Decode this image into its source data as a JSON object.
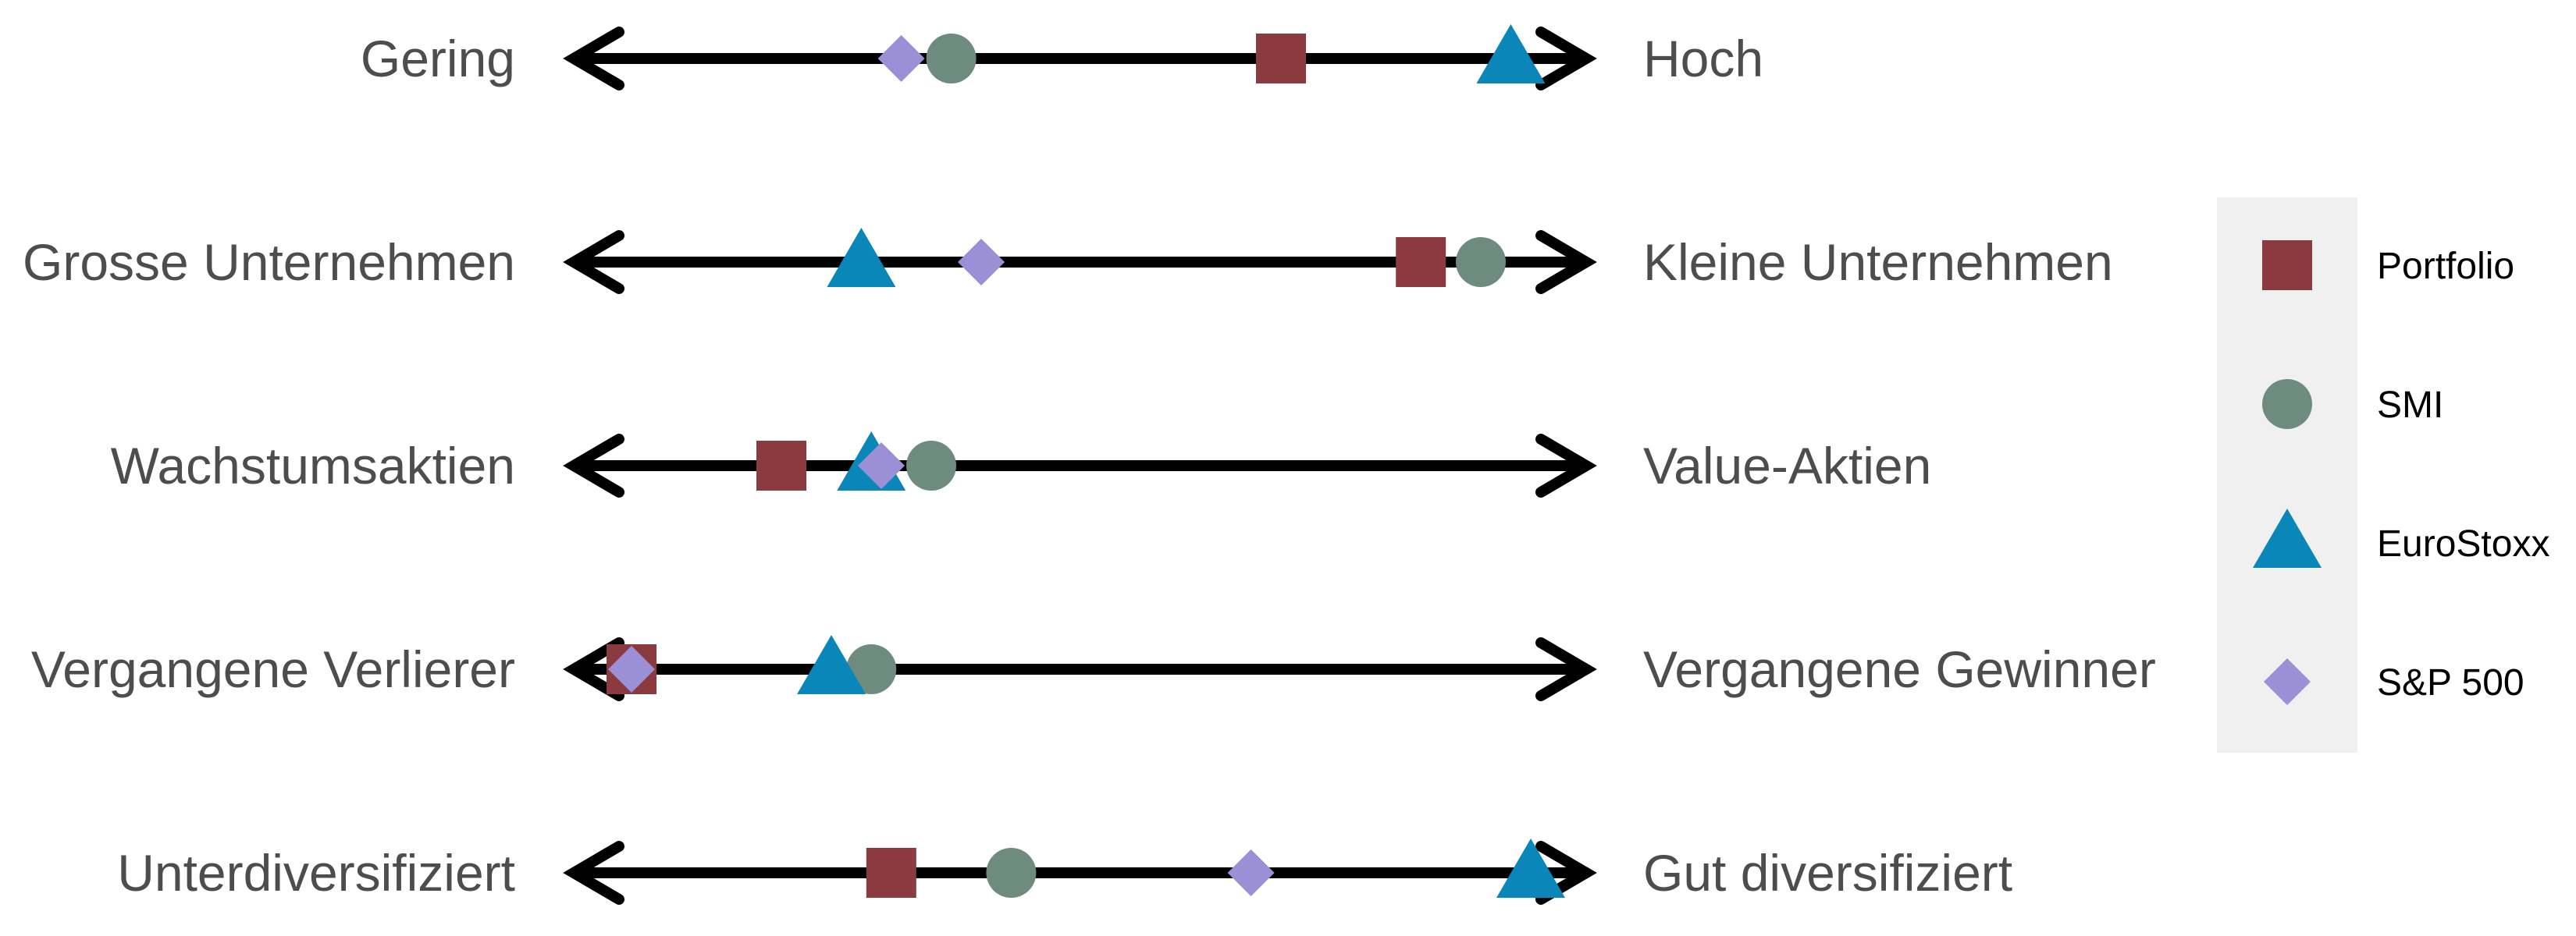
{
  "chart_data": {
    "type": "scatter",
    "x_range": [
      0,
      1
    ],
    "rows": [
      {
        "left": "Gering",
        "right": "Hoch"
      },
      {
        "left": "Grosse Unternehmen",
        "right": "Kleine Unternehmen"
      },
      {
        "left": "Wachstumsaktien",
        "right": "Value-Aktien"
      },
      {
        "left": "Vergangene Verlierer",
        "right": "Vergangene Gewinner"
      },
      {
        "left": "Unterdiversifiziert",
        "right": "Gut diversifiziert"
      }
    ],
    "series": [
      {
        "name": "Portfolio",
        "shape": "square",
        "color": "#8B3A3F",
        "values": [
          0.7,
          0.84,
          0.2,
          0.05,
          0.31
        ]
      },
      {
        "name": "SMI",
        "shape": "circle",
        "color": "#6E8B80",
        "values": [
          0.37,
          0.9,
          0.35,
          0.29,
          0.43
        ]
      },
      {
        "name": "EuroStoxx",
        "shape": "triangle",
        "color": "#0A86B8",
        "values": [
          0.93,
          0.28,
          0.29,
          0.25,
          0.95
        ]
      },
      {
        "name": "S&P 500",
        "shape": "diamond",
        "color": "#9B8FD6",
        "values": [
          0.32,
          0.4,
          0.3,
          0.05,
          0.67
        ]
      }
    ],
    "legend_position": "right",
    "arrows": "double-headed"
  }
}
